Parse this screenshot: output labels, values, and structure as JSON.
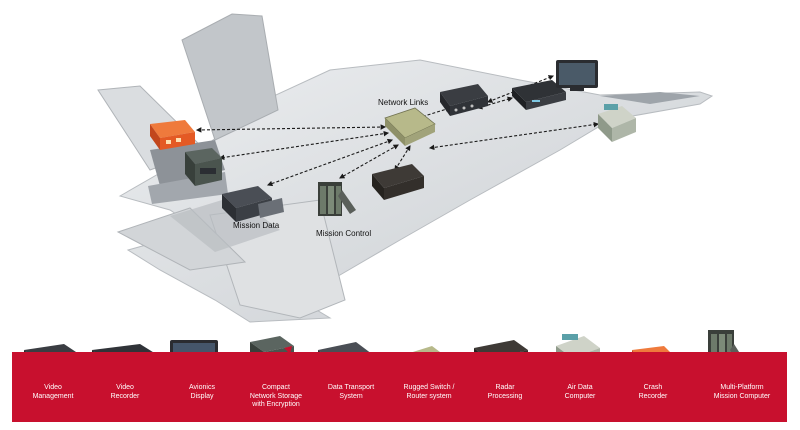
{
  "diagram": {
    "hub_label": "Network Links",
    "mission_data_label": "Mission Data",
    "mission_control_label": "Mission Control"
  },
  "products": [
    {
      "label": "Video\nManagement"
    },
    {
      "label": "Video\nRecorder"
    },
    {
      "label": "Avionics\nDisplay"
    },
    {
      "label": "Compact\nNetwork Storage\nwith Encryption"
    },
    {
      "label": "Data Transport\nSystem"
    },
    {
      "label": "Rugged Switch /\nRouter system"
    },
    {
      "label": "Radar\nProcessing"
    },
    {
      "label": "Air Data\nComputer"
    },
    {
      "label": "Crash\nRecorder"
    },
    {
      "label": "Multi-Platform\nMission Computer"
    }
  ],
  "colors": {
    "band": "#c8102e",
    "aircraft": "#d9dcdf",
    "aircraft_shade": "#bfc3c7",
    "aircraft_dark": "#9aa0a6",
    "unit_dark": "#2b2e33",
    "unit_olive": "#a9aa7a",
    "unit_orange": "#e45a24"
  }
}
